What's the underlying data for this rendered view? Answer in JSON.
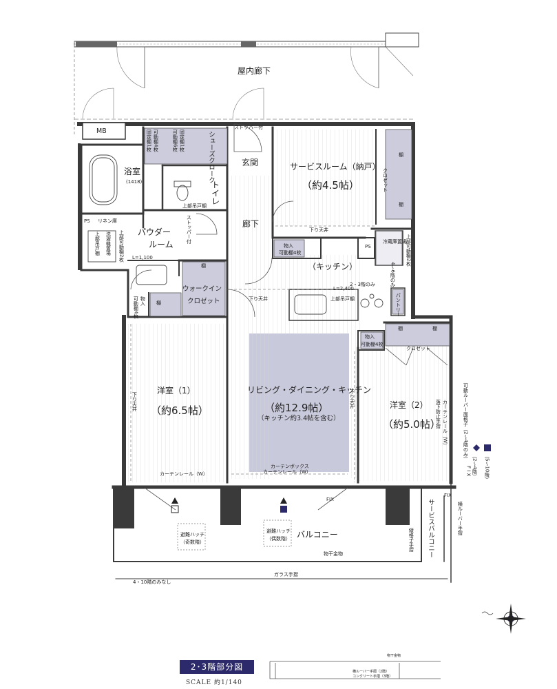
{
  "rooms": {
    "corridor_outer": "屋内廊下",
    "mb": "MB",
    "bath_name": "浴室",
    "bath_size": "(1418)",
    "shoes": "シューズクローク",
    "toilet": "トイレ",
    "genkan": "玄関",
    "service_room": "サービスルーム（納戸）",
    "service_room_size": "（約4.5帖）",
    "hallway": "廊下",
    "powder1": "パウダー",
    "powder2": "ルーム",
    "kitchen": "（キッチン）",
    "walkin1": "ウォークイン",
    "walkin2": "クロゼット",
    "western1": "洋室（1）",
    "western1_size": "（約6.5帖）",
    "ldk": "リビング・ダイニング・キッチン",
    "ldk_size": "（約12.9帖）",
    "ldk_note": "（キッチン約3.4帖を含む）",
    "western2": "洋室（2）",
    "western2_size": "（約5.0帖）",
    "balcony": "バルコニー",
    "service_balcony": "サービスバルコニー"
  },
  "notes": {
    "stopper_top": "ストッパー付",
    "stopper_mid": "ストッパー付",
    "fixed_shelf": "固定棚1枚",
    "movable_shelf": "可動棚4枚",
    "shelf_a": "可動棚6枚",
    "shelf_b": "固定棚1枚",
    "upper_cab_toilet": "上部吊戸棚",
    "ps": "PS",
    "ps2": "PS",
    "linen": "リネン庫",
    "upper_movable": "上部可動棚2枚",
    "washer": "洗濯機置場",
    "upper_cab_washer": "上部吊戸棚",
    "l1100": "L=1,100",
    "closet_shelf_a": "棚",
    "closet_shelf_b": "棚",
    "closet_label": "クロゼット",
    "low_ceiling_1": "下り天井",
    "storage1": "物入",
    "storage1_shelf": "可動棚4枚",
    "fridge": "冷蔵庫置場",
    "upper_movable2": "上部可動棚2枚",
    "floor46": "4～6階のみ",
    "floor23": "2・3階のみ",
    "l2400": "L=2,400",
    "upper_cab_kitchen": "上部吊戸棚",
    "pantry": "パントリー",
    "wic_shelf": "棚",
    "wic_shelf2": "棚",
    "storage_small": "物入",
    "storage_small_shelf": "可動棚4枚",
    "low_ceiling_2": "下り天井",
    "low_ceiling_3": "下り天井",
    "low_ceiling_4": "下り天井",
    "storage2": "物入",
    "storage2_shelf": "可動棚4枚",
    "closet2_shelf_a": "棚",
    "closet2_shelf_b": "棚",
    "closet2": "クロゼット",
    "curtain_rail_1": "カーテンレール（W）",
    "curtain_box": "カーテンボックス",
    "curtain_rail_2": "カーテンレール（W）",
    "fix1": "FIX",
    "fix2": "FIX",
    "fix3": "F I X",
    "louver": "可動ルーバー面格子（2～4階のみ）",
    "fall_rail": "落下防止手摺",
    "curtain_rail_3": "カーテンレール（W）",
    "legend_a": "（2～4階）",
    "legend_b": "（5～10階）",
    "hatch_odd": "避難ハッチ",
    "hatch_odd_floor": "（奇数階）",
    "hatch_even": "避難ハッチ",
    "hatch_even_floor": "（偶数階）",
    "drying": "物干金物",
    "glass_rail": "ガラス手摺",
    "louver_rail": "横ルーバー手摺",
    "vert_rail": "縦格子手摺",
    "floor410": "4・10階のみなし"
  },
  "footer": {
    "floor_label": "2･3階部分図",
    "scale": "SCALE 約1/140",
    "detail_drying": "物干金物",
    "detail_line1": "横ルーバー手摺（2階）",
    "detail_line2": "コンクリート手摺（3階）"
  },
  "colors": {
    "wall": "#3a3a3a",
    "closet_fill": "#ccccdd",
    "ldk_fill": "#c9c9dc",
    "floor_line": "#c8c8c8",
    "accent": "#2c2a6b"
  }
}
